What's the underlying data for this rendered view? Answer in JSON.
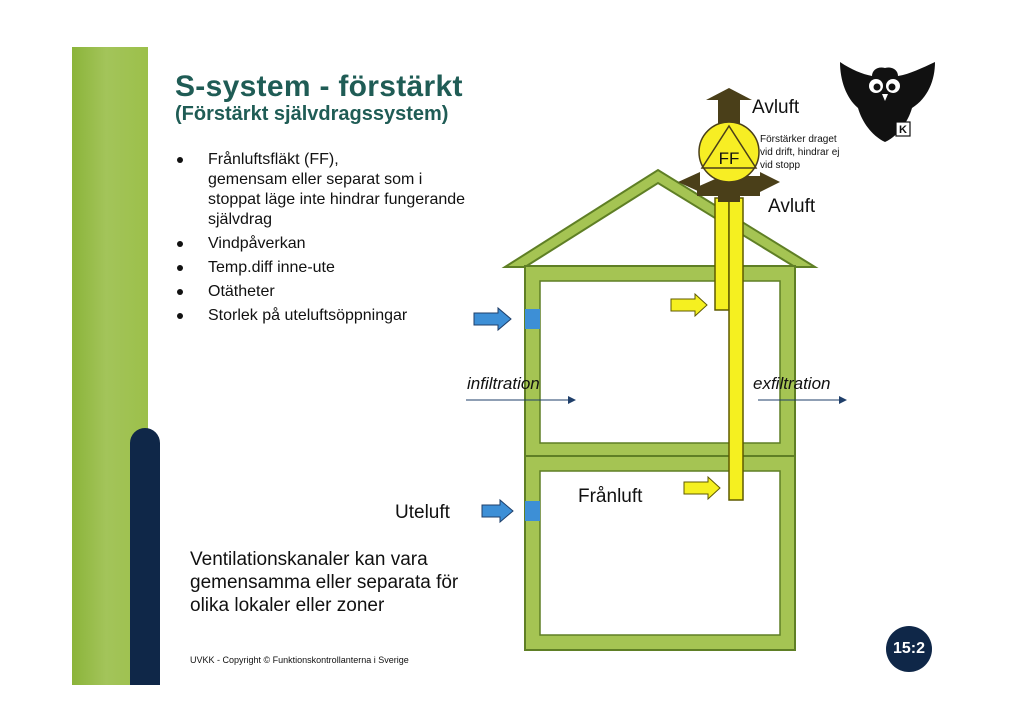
{
  "title": "S-system - förstärkt",
  "subtitle": "(Förstärkt självdragssystem)",
  "bullets": [
    {
      "text": "Frånluftsfläkt (FF),",
      "cont": "gemensam eller separat som i stoppat läge inte hindrar fungerande självdrag"
    },
    {
      "text": "Vindpåverkan",
      "cont": ""
    },
    {
      "text": "Temp.diff inne-ute",
      "cont": ""
    },
    {
      "text": "Otätheter",
      "cont": ""
    },
    {
      "text": "Storlek på uteluftsöppningar",
      "cont": ""
    }
  ],
  "note": "Ventilationskanaler kan vara gemensamma eller separata för olika lokaler eller zoner",
  "footer": "UVKK - Copyright © Funktionskontrollanterna i Sverige",
  "badge": "15:2",
  "diagram": {
    "avluft_top": "Avluft",
    "avluft_side": "Avluft",
    "fan_label": "FF",
    "fan_note": [
      "Förstärker draget",
      "vid drift, hindrar ej",
      "vid stopp"
    ],
    "infiltration": "infiltration",
    "exfiltration": "exfiltration",
    "uteluft": "Uteluft",
    "franluft": "Frånluft",
    "logo_letter": "K"
  },
  "colors": {
    "house": "#7fa33a",
    "house_fill": "#a5c453",
    "duct": "#f5f020",
    "fan": "#f7ee24",
    "brown_arrow": "#4a3f19",
    "blue_arrow": "#3d8fd6",
    "navy": "#0f2748",
    "title": "#1f5c55"
  }
}
